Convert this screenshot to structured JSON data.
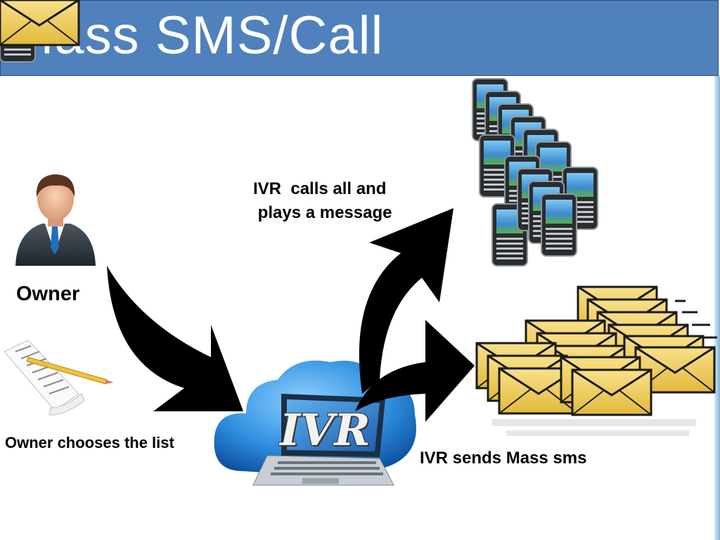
{
  "title": "Mass SMS/Call",
  "owner_label": "Owner",
  "list_label": "Owner chooses the list",
  "ivr_calls_label": "IVR  calls all and\n plays a message",
  "ivr_sms_label": "IVR sends Mass sms",
  "ivr_logo_text": "IVR",
  "colors": {
    "title_bar": "#4f81bd",
    "title_text": "#ffffff",
    "arrow": "#000000",
    "cloud": "#2a7fd0",
    "envelope": "#f2d36b"
  },
  "icons": [
    "businessman-icon",
    "paper-list-pencil-icon",
    "ivr-cloud-laptop-icon",
    "mobile-phones-icon",
    "envelopes-icon"
  ]
}
